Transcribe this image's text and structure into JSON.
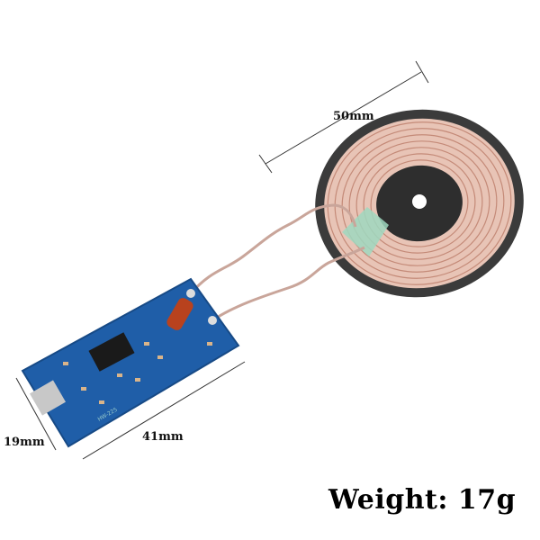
{
  "dimensions": {
    "coil_diameter": "50mm",
    "board_length": "41mm",
    "board_width": "19mm"
  },
  "weight_label": "Weight: 17g",
  "board_marking": "HW-225",
  "colors": {
    "pcb": "#1f5ea8",
    "coil_backing": "#3a3a3a",
    "copper": "#d8a89a",
    "capacitor": "#b8421e"
  }
}
